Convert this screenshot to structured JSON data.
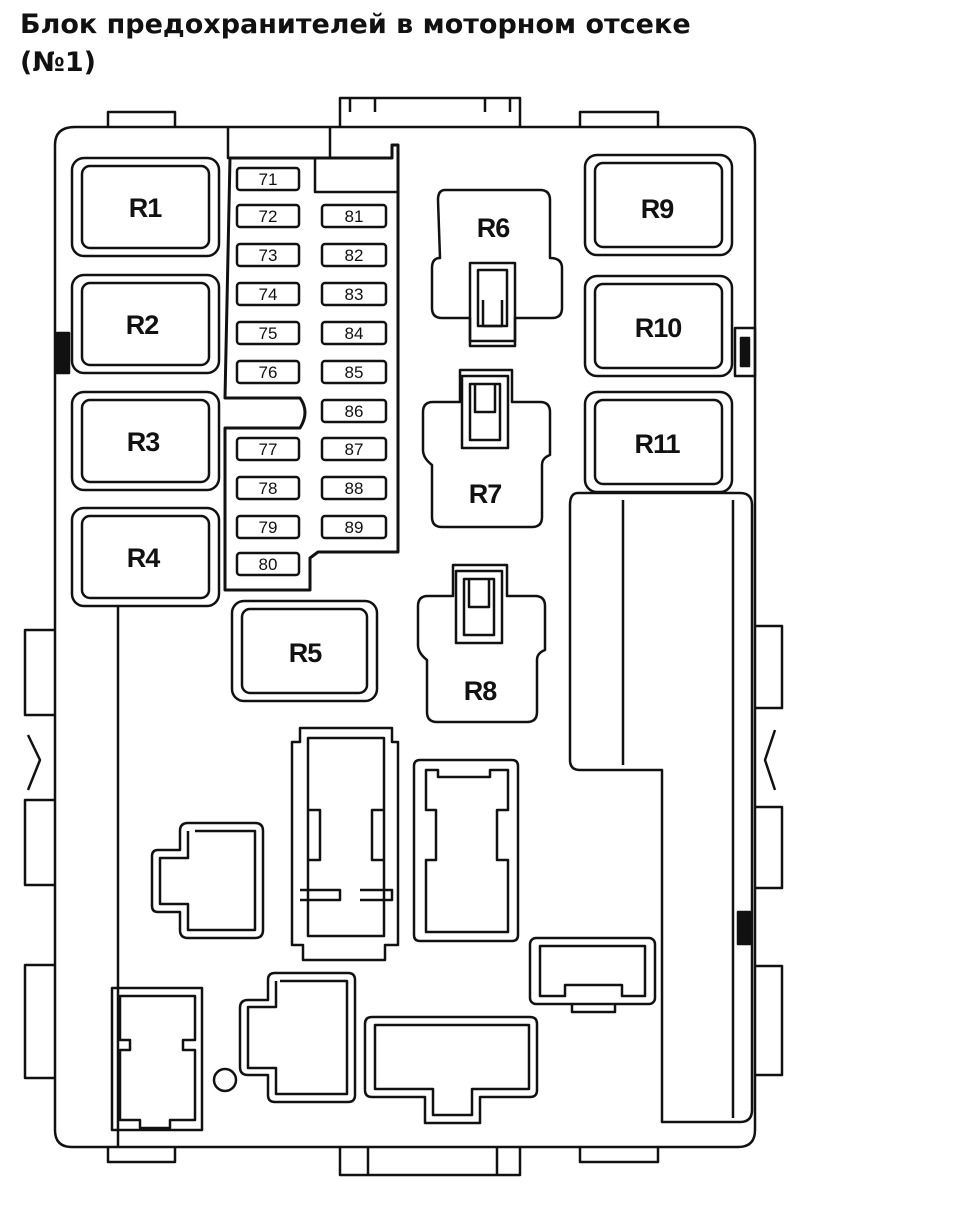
{
  "title": {
    "line1": "Блок предохранителей в моторном отсеке",
    "line2": "(№1)"
  },
  "relays": {
    "r1": "R1",
    "r2": "R2",
    "r3": "R3",
    "r4": "R4",
    "r5": "R5",
    "r6": "R6",
    "r7": "R7",
    "r8": "R8",
    "r9": "R9",
    "r10": "R10",
    "r11": "R11"
  },
  "fuses": {
    "f71": "71",
    "f72": "72",
    "f73": "73",
    "f74": "74",
    "f75": "75",
    "f76": "76",
    "f77": "77",
    "f78": "78",
    "f79": "79",
    "f80": "80",
    "f81": "81",
    "f82": "82",
    "f83": "83",
    "f84": "84",
    "f85": "85",
    "f86": "86",
    "f87": "87",
    "f88": "88",
    "f89": "89"
  }
}
